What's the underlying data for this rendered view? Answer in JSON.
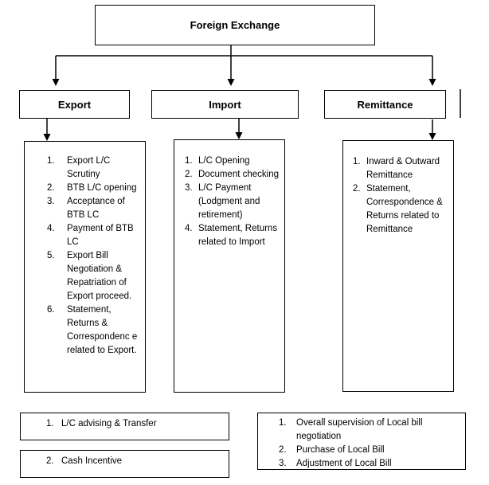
{
  "diagram": {
    "root": {
      "label": "Foreign Exchange"
    },
    "branches": [
      {
        "label": "Export",
        "items": [
          {
            "n": "1.",
            "text": "Export L/C Scrutiny"
          },
          {
            "n": "2.",
            "text": "BTB L/C opening"
          },
          {
            "n": "3.",
            "text": "Acceptance of BTB LC"
          },
          {
            "n": "4.",
            "text": "Payment of BTB LC"
          },
          {
            "n": "5.",
            "text": "Export Bill Negotiation & Repatriation of Export proceed."
          },
          {
            "n": "6.",
            "text": "Statement, Returns & Correspondenc e related to Export."
          }
        ]
      },
      {
        "label": "Import",
        "items": [
          {
            "n": "1.",
            "text": "L/C Opening"
          },
          {
            "n": "2.",
            "text": "Document checking"
          },
          {
            "n": "3.",
            "text": "L/C Payment (Lodgment and retirement)"
          },
          {
            "n": "4.",
            "text": "Statement, Returns related to Import"
          }
        ]
      },
      {
        "label": "Remittance",
        "items": [
          {
            "n": "1.",
            "text": "Inward & Outward Remittance"
          },
          {
            "n": "2.",
            "text": "Statement, Correspondence & Returns related to Remittance"
          }
        ]
      }
    ],
    "bottom_left_boxes": [
      {
        "n": "1.",
        "text": "L/C advising & Transfer"
      },
      {
        "n": "2.",
        "text": "Cash Incentive"
      }
    ],
    "bottom_right_box": {
      "items": [
        {
          "n": "1.",
          "text": "Overall supervision of Local bill negotiation"
        },
        {
          "n": "2.",
          "text": "Purchase of Local Bill"
        },
        {
          "n": "3.",
          "text": "Adjustment of Local Bill"
        }
      ]
    },
    "colors": {
      "line": "#000000",
      "background": "#ffffff",
      "text": "#000000"
    }
  }
}
